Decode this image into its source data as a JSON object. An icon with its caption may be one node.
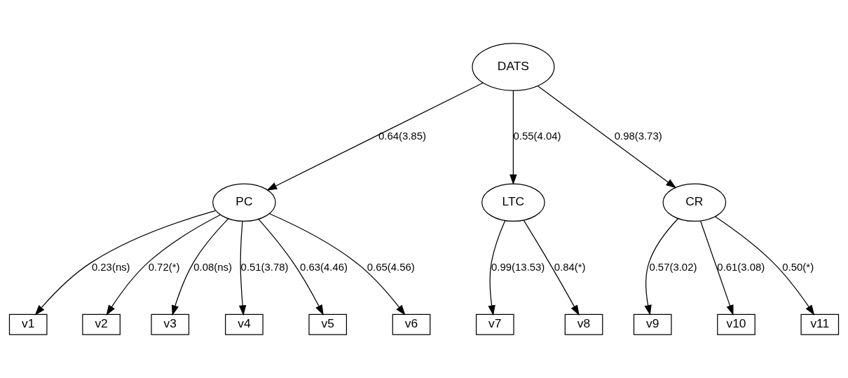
{
  "diagram": {
    "nodes": [
      {
        "text": [
          "DATS"
        ]
      },
      {
        "text": [
          "PC"
        ]
      },
      {
        "text": [
          "LTC"
        ]
      },
      {
        "text": [
          "CR"
        ]
      },
      {
        "text": [
          "v1"
        ]
      },
      {
        "text": [
          "v2"
        ]
      },
      {
        "text": [
          "v3"
        ]
      },
      {
        "text": [
          "v4"
        ]
      },
      {
        "text": [
          "v5"
        ]
      },
      {
        "text": [
          "v6"
        ]
      },
      {
        "text": [
          "v7"
        ]
      },
      {
        "text": [
          "v8"
        ]
      },
      {
        "text": [
          "v9"
        ]
      },
      {
        "text": [
          "v10"
        ]
      },
      {
        "text": [
          "v11"
        ]
      }
    ],
    "edges": [
      {
        "from": 0,
        "to": 1,
        "arrow": "to",
        "label": "0.64(3.85)"
      },
      {
        "from": 0,
        "to": 2,
        "arrow": "to",
        "label": "0.55(4.04)"
      },
      {
        "from": 0,
        "to": 3,
        "arrow": "to",
        "label": "0.98(3.73)"
      },
      {
        "from": 1,
        "to": 4,
        "arrow": "to",
        "label": "0.23(ns)"
      },
      {
        "from": 1,
        "to": 5,
        "arrow": "to",
        "label": "0.72(*)"
      },
      {
        "from": 1,
        "to": 6,
        "arrow": "to",
        "label": "0.08(ns)"
      },
      {
        "from": 1,
        "to": 7,
        "arrow": "to",
        "label": "0.51(3.78)"
      },
      {
        "from": 1,
        "to": 8,
        "arrow": "to",
        "label": "0.63(4.46)"
      },
      {
        "from": 1,
        "to": 9,
        "arrow": "to",
        "label": "0.65(4.56)"
      },
      {
        "from": 2,
        "to": 10,
        "arrow": "to",
        "label": "0.99(13.53)"
      },
      {
        "from": 2,
        "to": 11,
        "arrow": "to",
        "label": "0.84(*)"
      },
      {
        "from": 3,
        "to": 12,
        "arrow": "to",
        "label": "0.57(3.02)"
      },
      {
        "from": 3,
        "to": 13,
        "arrow": "to",
        "label": "0.61(3.08)"
      },
      {
        "from": 3,
        "to": 14,
        "arrow": "to",
        "label": "0.50(*)"
      }
    ]
  }
}
